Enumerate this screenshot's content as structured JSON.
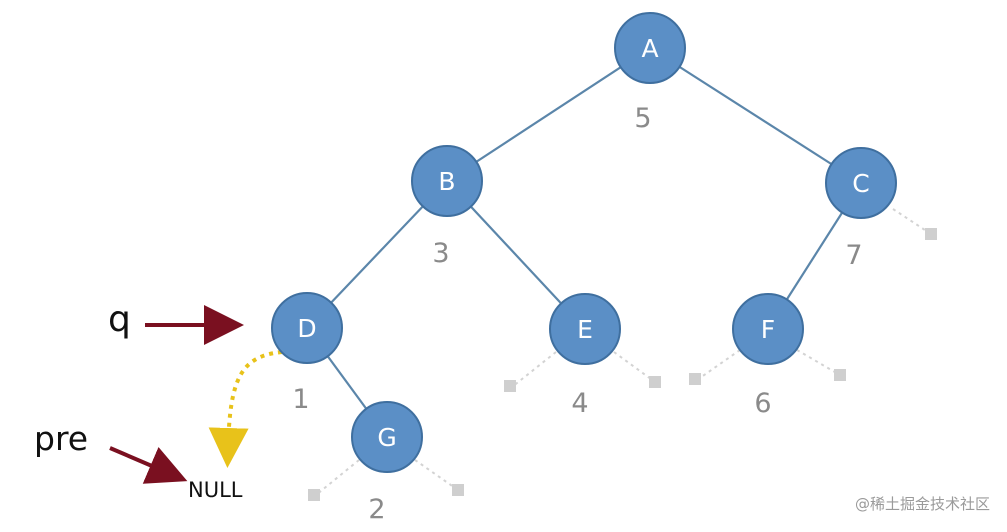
{
  "nodes": [
    {
      "id": "A",
      "label": "A",
      "order": "5"
    },
    {
      "id": "B",
      "label": "B",
      "order": "3"
    },
    {
      "id": "C",
      "label": "C",
      "order": "7"
    },
    {
      "id": "D",
      "label": "D",
      "order": "1"
    },
    {
      "id": "E",
      "label": "E",
      "order": "4"
    },
    {
      "id": "F",
      "label": "F",
      "order": "6"
    },
    {
      "id": "G",
      "label": "G",
      "order": "2"
    }
  ],
  "edges": [
    [
      "A",
      "B"
    ],
    [
      "A",
      "C"
    ],
    [
      "B",
      "D"
    ],
    [
      "B",
      "E"
    ],
    [
      "C",
      "F"
    ],
    [
      "D",
      "G"
    ]
  ],
  "pointers": {
    "q": "q",
    "pre": "pre",
    "null": "NULL"
  },
  "watermark": "@稀土掘金技术社区",
  "colors": {
    "node_fill": "#5b8fc6",
    "node_stroke": "#3f6f9f",
    "edge": "#5b86aa",
    "arrow": "#7a1020",
    "thread": "#e8c21a",
    "null_child": "#cfcfcf"
  }
}
